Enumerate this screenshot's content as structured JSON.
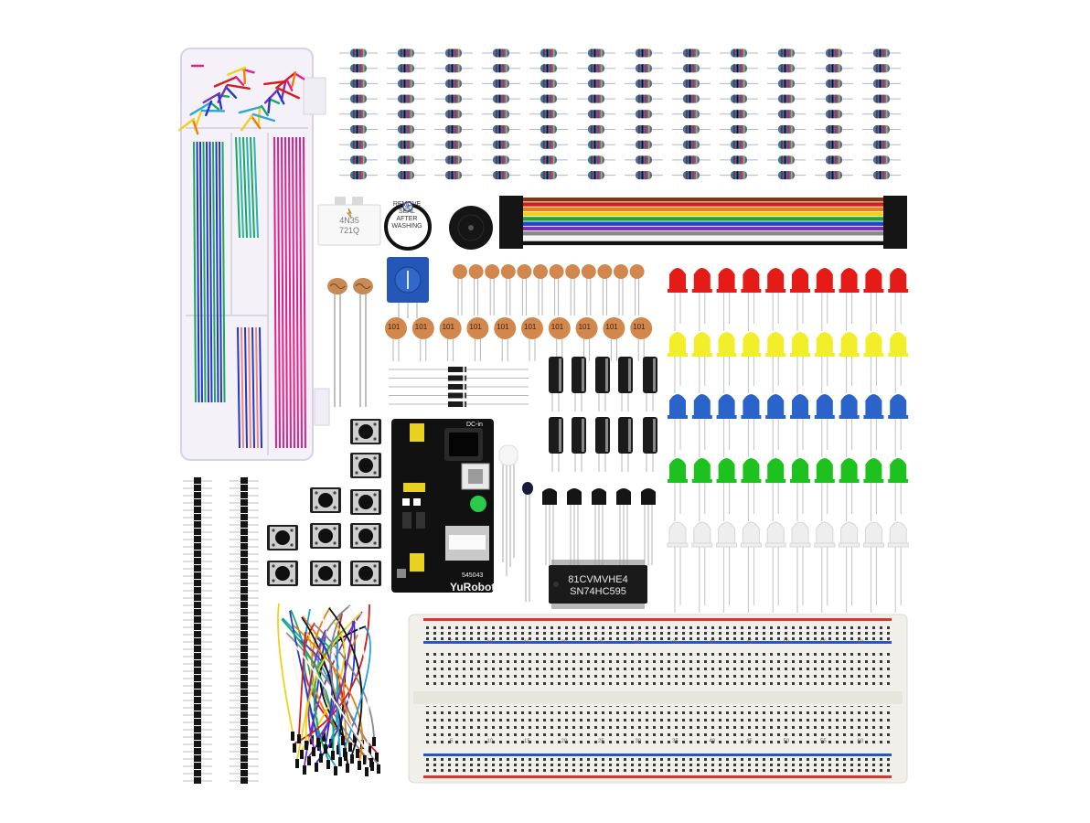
{
  "photo": {
    "seal_label": [
      "REMOVE",
      "SEAL",
      "AFTER",
      "WASHING"
    ],
    "ic_label": [
      "81CVMVHE4",
      "SN74HC595"
    ],
    "optocoupler_label": [
      "4N35",
      "721Q"
    ],
    "power_module_brand": "YuRobot",
    "power_module_code": "545043",
    "dc_in_label": "DC-in",
    "capacitor_value": "101",
    "breadboard_numbers": [
      "5",
      "10",
      "15",
      "20",
      "25",
      "30",
      "35",
      "40",
      "45",
      "50",
      "55",
      "60"
    ],
    "colors": {
      "led_red": "#e41b17",
      "led_yellow": "#f2ef2a",
      "led_blue": "#2a63c9",
      "led_green": "#1ec21e",
      "led_white": "#eeeeee",
      "ceramic_cap": "#d2884c",
      "pcb": "#111111",
      "breadboard": "#f1efe9",
      "jumper_pink": "#e0218a",
      "jumper_blue": "#2438c8",
      "jumper_green": "#1aa85c"
    }
  }
}
